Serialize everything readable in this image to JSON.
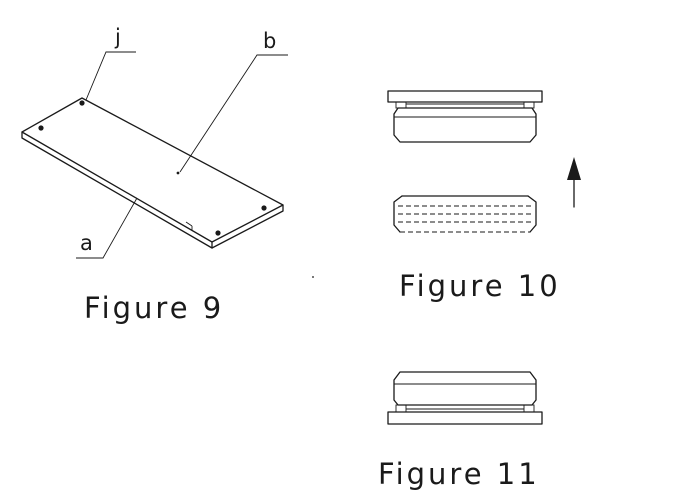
{
  "figures": {
    "fig9": {
      "caption": "Figure 9",
      "labels": {
        "j": "j",
        "b": "b",
        "a": "a"
      }
    },
    "fig10": {
      "caption": "Figure 10"
    },
    "fig11": {
      "caption": "Figure 11"
    }
  },
  "colors": {
    "ink": "#1a1a1a",
    "paper": "#ffffff"
  },
  "icons": {
    "direction_arrow": "arrow-up-icon"
  }
}
